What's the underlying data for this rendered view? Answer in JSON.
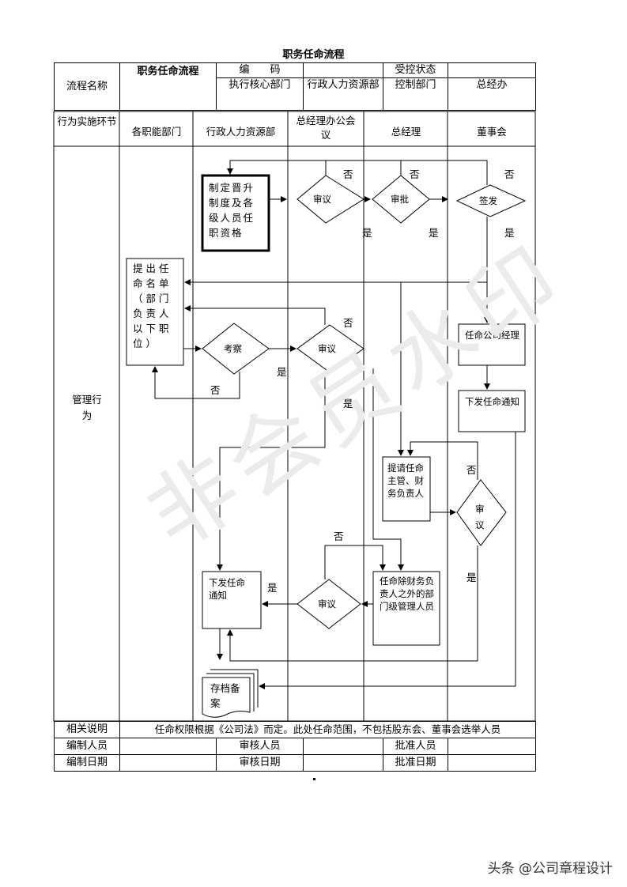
{
  "title": "职务任命流程",
  "header": {
    "process_name_label": "流程名称",
    "process_name": "职务任命流程",
    "code_label": "编　　码",
    "code_value": "",
    "control_status_label": "受控状态",
    "control_status_value": "",
    "exec_dept_label": "执行核心部门",
    "exec_dept_value": "行政人力资源部",
    "control_dept_label": "控制部门",
    "control_dept_value": "总经办"
  },
  "lanes": {
    "header_label": "行为实施环节",
    "names": [
      "各职能部门",
      "行政人力资源部",
      "总经理办公会议",
      "总经理",
      "董事会"
    ],
    "row_label": "管理行为"
  },
  "nodes": {
    "formulate": "制定晋升制度及各级人员任职资格",
    "propose": "提出任命名单（部门负责人以下职位）",
    "appoint_gm": "任命公司经理",
    "issue_notice_board": "下发任命通知",
    "nominate": "提请任命主管、财务负责人",
    "appoint_others": "任命除财务负责人之外的部门级管理人员",
    "issue_notice_hr": "下发任命通知",
    "archive": "存档备案",
    "review1": "审议",
    "approve": "审批",
    "sign": "签发",
    "inspect": "考察",
    "review2": "审议",
    "review3": "审议",
    "review4": "审议"
  },
  "labels": {
    "no": "否",
    "yes": "是"
  },
  "footer": {
    "notes_label": "相关说明",
    "notes": "任命权限根据《公司法》而定。此处任命范围，不包括股东会、董事会选举人员",
    "editor_label": "编制人员",
    "reviewer_label": "审核人员",
    "approver_label": "批准人员",
    "edit_date_label": "编制日期",
    "review_date_label": "审核日期",
    "approve_date_label": "批准日期"
  },
  "watermark": "非会员水印",
  "credit": "头条 @公司章程设计"
}
